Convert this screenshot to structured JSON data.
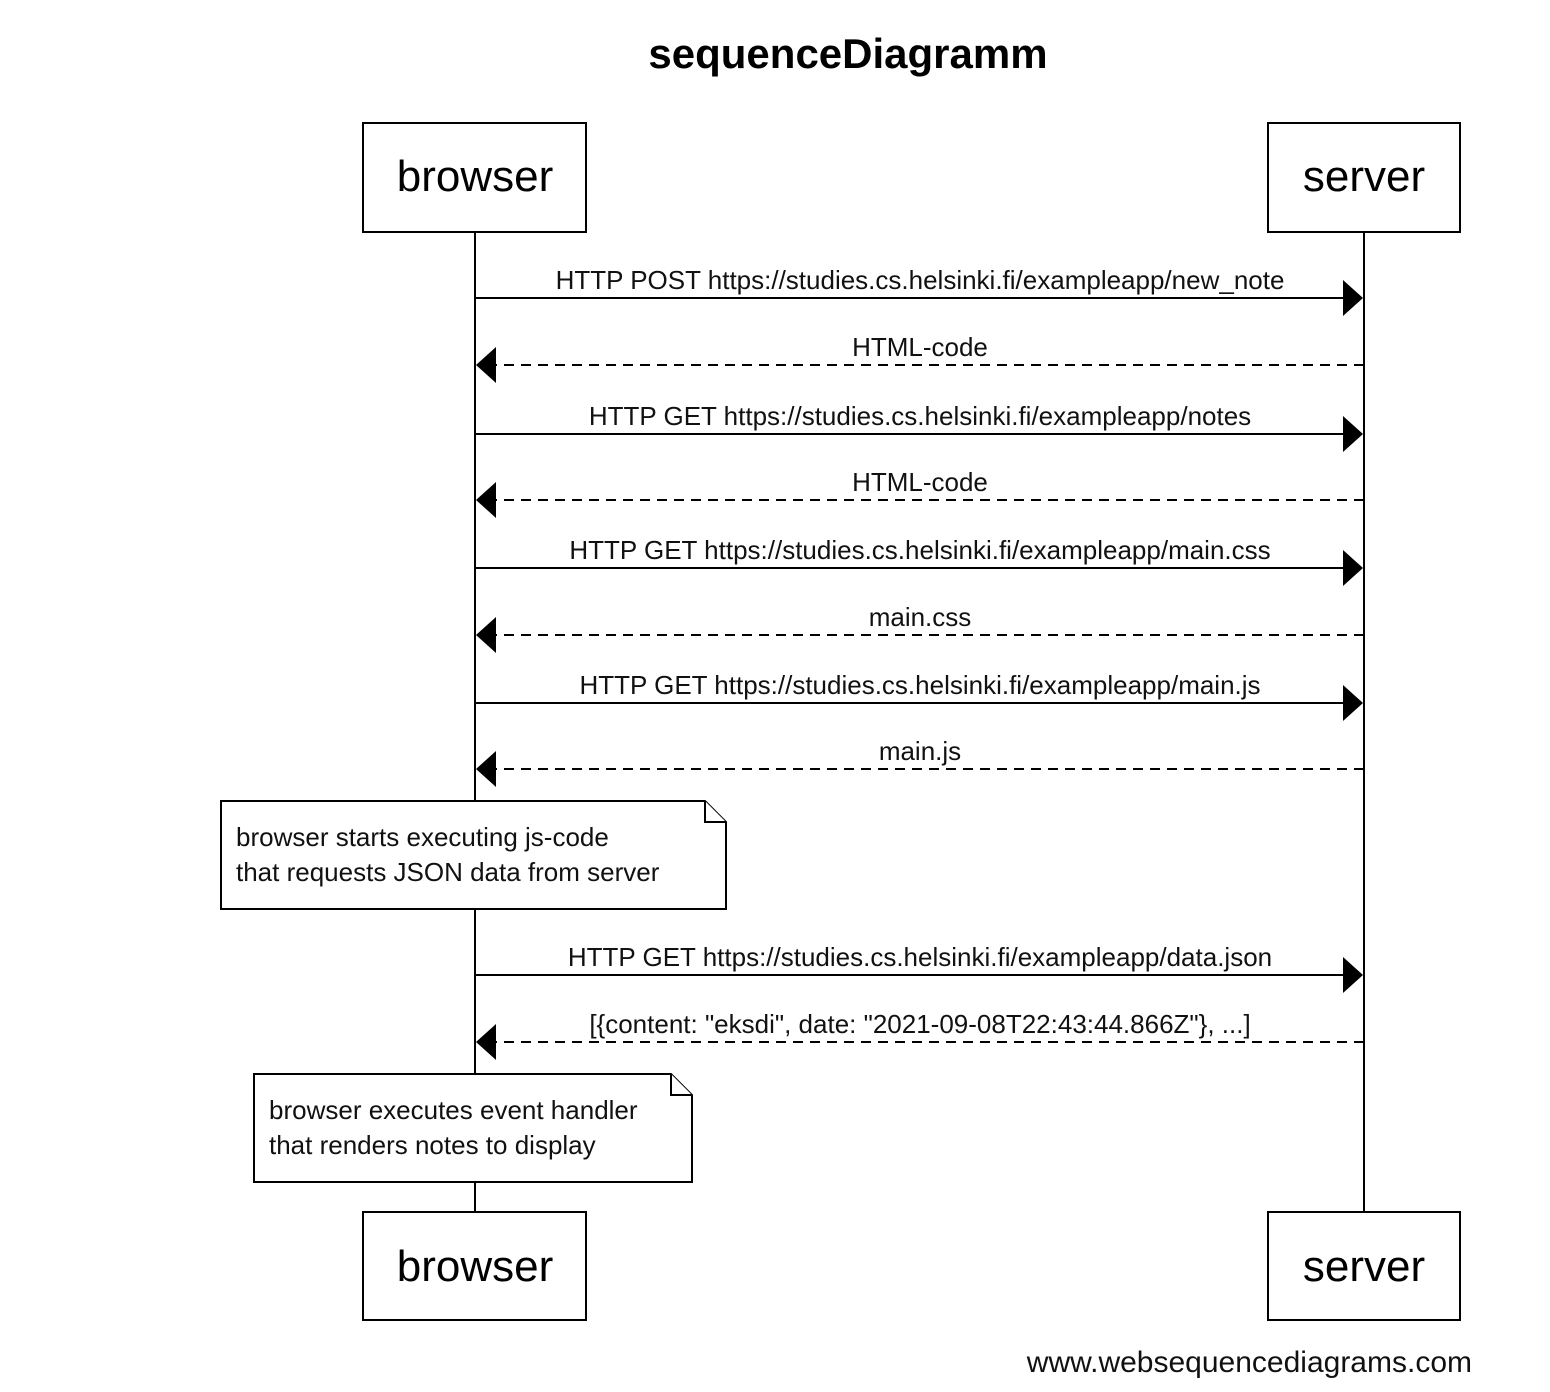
{
  "title": "sequenceDiagramm",
  "participants": [
    {
      "id": "browser",
      "label": "browser"
    },
    {
      "id": "server",
      "label": "server"
    }
  ],
  "messages": [
    {
      "from": "browser",
      "to": "server",
      "label": "HTTP POST https://studies.cs.helsinki.fi/exampleapp/new_note",
      "style": "solid"
    },
    {
      "from": "server",
      "to": "browser",
      "label": "HTML-code",
      "style": "dashed"
    },
    {
      "from": "browser",
      "to": "server",
      "label": "HTTP GET https://studies.cs.helsinki.fi/exampleapp/notes",
      "style": "solid"
    },
    {
      "from": "server",
      "to": "browser",
      "label": "HTML-code",
      "style": "dashed"
    },
    {
      "from": "browser",
      "to": "server",
      "label": "HTTP GET https://studies.cs.helsinki.fi/exampleapp/main.css",
      "style": "solid"
    },
    {
      "from": "server",
      "to": "browser",
      "label": "main.css",
      "style": "dashed"
    },
    {
      "from": "browser",
      "to": "server",
      "label": "HTTP GET https://studies.cs.helsinki.fi/exampleapp/main.js",
      "style": "solid"
    },
    {
      "from": "server",
      "to": "browser",
      "label": "main.js",
      "style": "dashed"
    },
    {
      "from": "browser",
      "to": "server",
      "label": "HTTP GET https://studies.cs.helsinki.fi/exampleapp/data.json",
      "style": "solid"
    },
    {
      "from": "server",
      "to": "browser",
      "label": "[{content: \"eksdi\", date: \"2021-09-08T22:43:44.866Z\"}, ...]",
      "style": "dashed"
    }
  ],
  "notes": [
    {
      "over": "browser",
      "lines": [
        "browser starts executing js-code",
        "that requests JSON data from server"
      ]
    },
    {
      "over": "browser",
      "lines": [
        "browser executes event handler",
        "that renders notes to display"
      ]
    }
  ],
  "footer": "www.websequencediagrams.com"
}
